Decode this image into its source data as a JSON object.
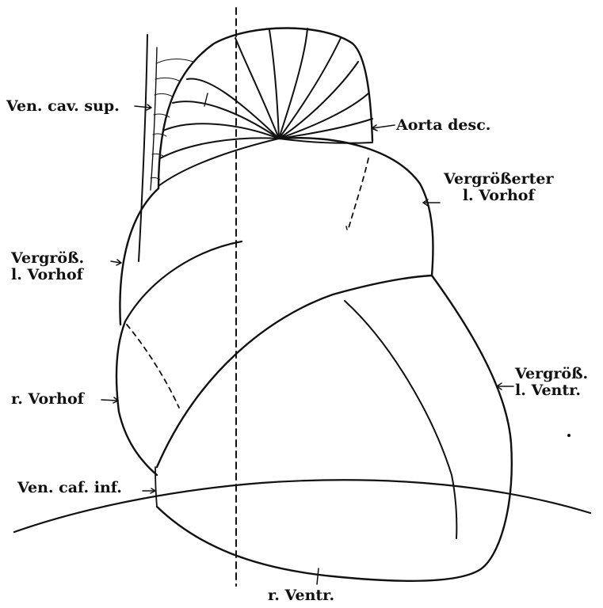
{
  "labels": {
    "ven_cav_sup": "Ven. cav. sup.",
    "aorta_desc": "Aorta desc.",
    "vergr_vorhof_right": {
      "line1": "Vergrößerter",
      "line2": "l. Vorhof"
    },
    "vergr_vorhof_left": {
      "line1": "Vergröß.",
      "line2": "l. Vorhof"
    },
    "r_vorhof": "r. Vorhof",
    "vergr_ventr": {
      "line1": "Vergröß.",
      "line2": "l. Ventr."
    },
    "ven_caf_inf": "Ven. caf. inf.",
    "r_ventr": "r. Ventr."
  },
  "colors": {
    "ink": "#111111",
    "paper": "#ffffff"
  }
}
